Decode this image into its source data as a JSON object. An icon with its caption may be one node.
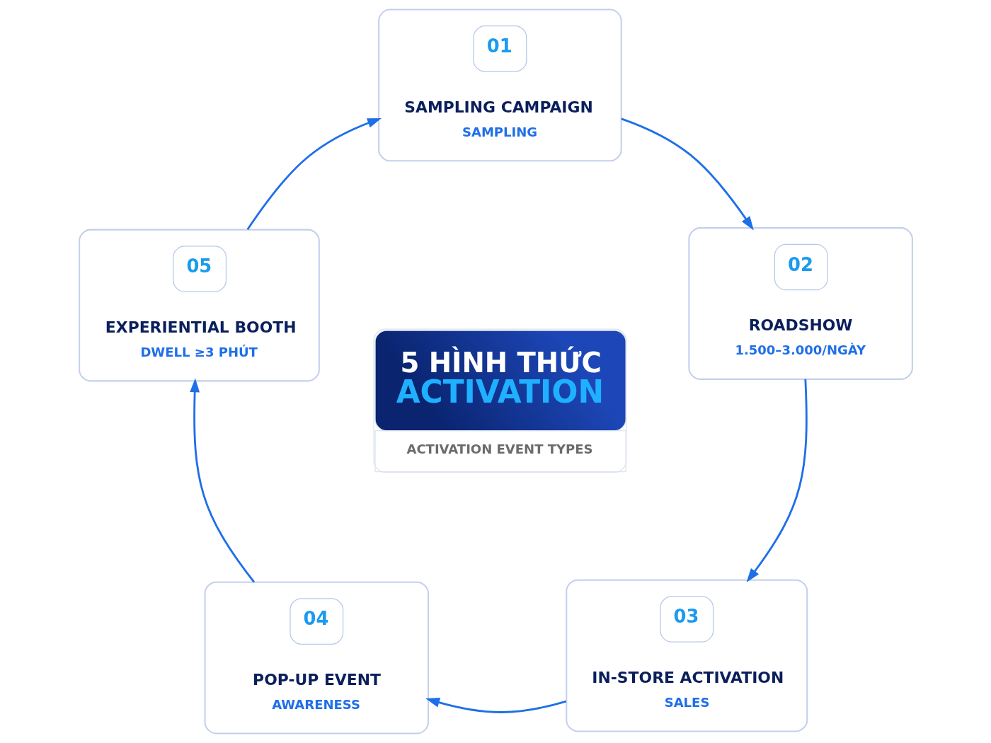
{
  "diagram": {
    "nodes": [
      {
        "text": [
          "01",
          "SAMPLING CAMPAIGN",
          "SAMPLING"
        ]
      },
      {
        "text": [
          "05",
          "EXPERIENTIAL BOOTH",
          "DWELL ≥3 PHÚT"
        ]
      },
      {
        "text": [
          "5 HÌNH THỨC",
          "ACTIVATION",
          "ACTIVATION EVENT TYPES"
        ]
      },
      {
        "text": [
          "02",
          "ROADSHOW",
          "1.500–3.000/NGÀY"
        ]
      },
      {
        "text": [
          "04",
          "POP-UP EVENT",
          "AWARENESS"
        ]
      },
      {
        "text": [
          "03",
          "IN-STORE ACTIVATION",
          "SALES"
        ]
      }
    ],
    "edges": [
      {
        "from": 0,
        "to": 3,
        "arrow": "to"
      },
      {
        "from": 3,
        "to": 5,
        "arrow": "to"
      },
      {
        "from": 5,
        "to": 4,
        "arrow": "to"
      },
      {
        "from": 4,
        "to": 1,
        "arrow": "to"
      },
      {
        "from": 1,
        "to": 0,
        "arrow": "to"
      }
    ]
  }
}
